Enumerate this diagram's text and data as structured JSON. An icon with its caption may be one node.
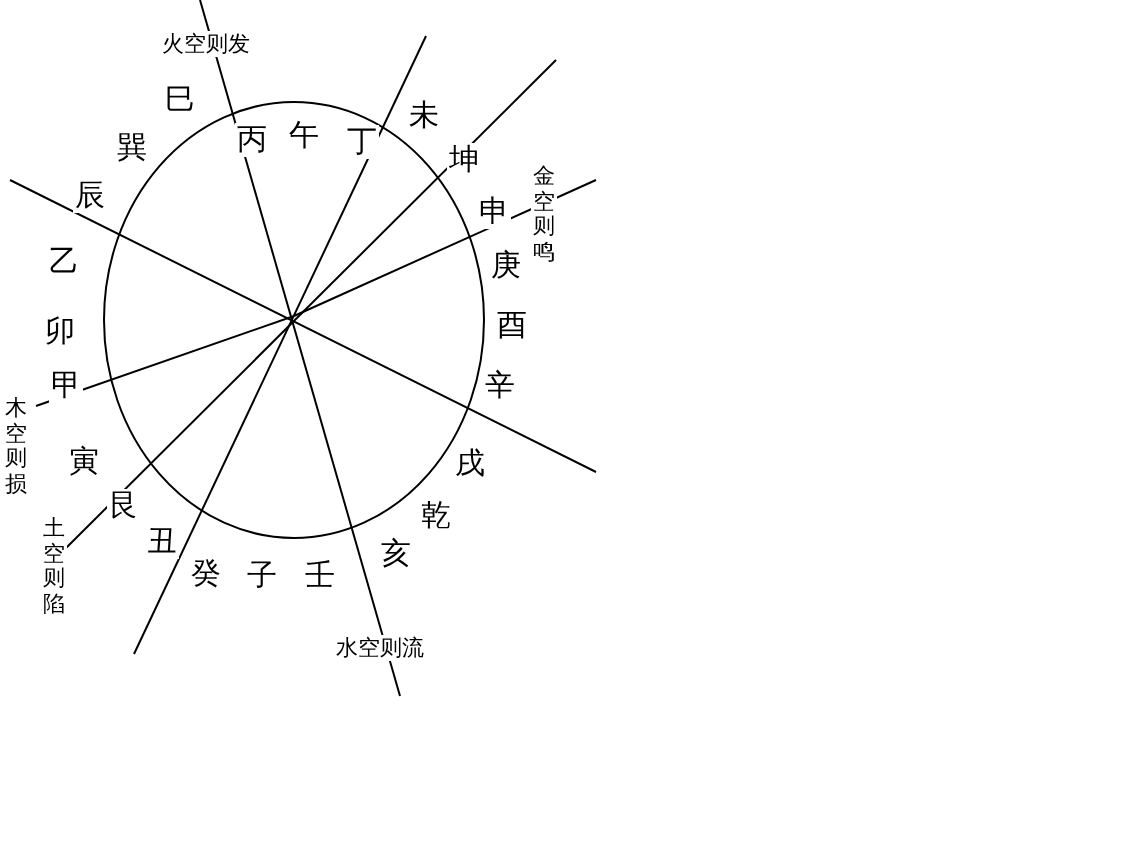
{
  "diagram": {
    "labels": [
      "火空则发",
      "巳",
      "丙",
      "午",
      "丁",
      "未",
      "坤",
      "申",
      "庚",
      "酉",
      "辛",
      "戌",
      "乾",
      "亥",
      "壬",
      "子",
      "癸",
      "丑",
      "艮",
      "寅",
      "甲",
      "卯",
      "乙",
      "辰",
      "巽",
      "金空则鸣",
      "木空则损",
      "土空则陷",
      "水空则流"
    ]
  }
}
